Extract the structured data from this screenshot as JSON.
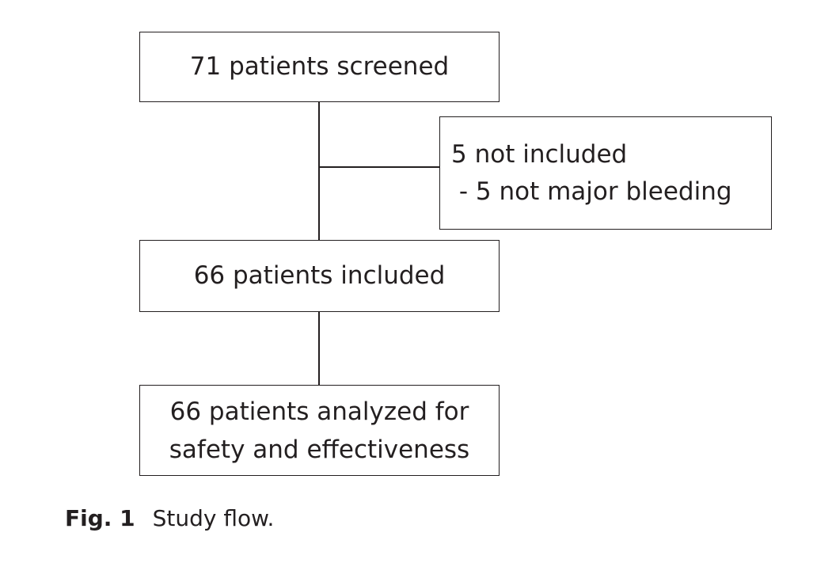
{
  "flowchart": {
    "screened": "71 patients screened",
    "excluded": {
      "line1": "5 not included",
      "line2": " - 5 not major bleeding"
    },
    "included": "66 patients included",
    "analyzed": {
      "line1": "66 patients analyzed for",
      "line2": "safety and effectiveness"
    }
  },
  "caption": {
    "label": "Fig. 1",
    "text": "Study flow."
  }
}
